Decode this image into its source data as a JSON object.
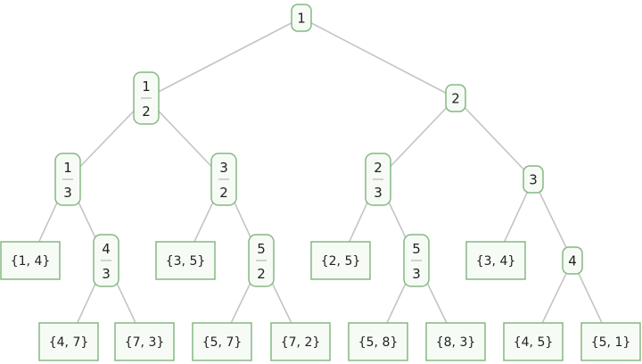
{
  "tree": {
    "nodes": [
      {
        "id": "n1",
        "kind": "int",
        "value": "1"
      },
      {
        "id": "n12",
        "kind": "frac",
        "num": "1",
        "den": "2"
      },
      {
        "id": "n2",
        "kind": "int",
        "value": "2"
      },
      {
        "id": "n13",
        "kind": "frac",
        "num": "1",
        "den": "3"
      },
      {
        "id": "n32",
        "kind": "frac",
        "num": "3",
        "den": "2"
      },
      {
        "id": "n23",
        "kind": "frac",
        "num": "2",
        "den": "3"
      },
      {
        "id": "n3",
        "kind": "int",
        "value": "3"
      },
      {
        "id": "l14",
        "kind": "leaf",
        "value": "{1, 4}"
      },
      {
        "id": "n43",
        "kind": "frac",
        "num": "4",
        "den": "3"
      },
      {
        "id": "l35",
        "kind": "leaf",
        "value": "{3, 5}"
      },
      {
        "id": "n52",
        "kind": "frac",
        "num": "5",
        "den": "2"
      },
      {
        "id": "l25",
        "kind": "leaf",
        "value": "{2, 5}"
      },
      {
        "id": "n53",
        "kind": "frac",
        "num": "5",
        "den": "3"
      },
      {
        "id": "l34",
        "kind": "leaf",
        "value": "{3, 4}"
      },
      {
        "id": "n4",
        "kind": "int",
        "value": "4"
      },
      {
        "id": "l47",
        "kind": "leaf",
        "value": "{4, 7}"
      },
      {
        "id": "l73",
        "kind": "leaf",
        "value": "{7, 3}"
      },
      {
        "id": "l57",
        "kind": "leaf",
        "value": "{5, 7}"
      },
      {
        "id": "l72",
        "kind": "leaf",
        "value": "{7, 2}"
      },
      {
        "id": "l58",
        "kind": "leaf",
        "value": "{5, 8}"
      },
      {
        "id": "l83",
        "kind": "leaf",
        "value": "{8, 3}"
      },
      {
        "id": "l45",
        "kind": "leaf",
        "value": "{4, 5}"
      },
      {
        "id": "l51",
        "kind": "leaf",
        "value": "{5, 1}"
      }
    ],
    "edges": [
      [
        "n1",
        "n12"
      ],
      [
        "n1",
        "n2"
      ],
      [
        "n12",
        "n13"
      ],
      [
        "n12",
        "n32"
      ],
      [
        "n2",
        "n23"
      ],
      [
        "n2",
        "n3"
      ],
      [
        "n13",
        "l14"
      ],
      [
        "n13",
        "n43"
      ],
      [
        "n32",
        "l35"
      ],
      [
        "n32",
        "n52"
      ],
      [
        "n23",
        "l25"
      ],
      [
        "n23",
        "n53"
      ],
      [
        "n3",
        "l34"
      ],
      [
        "n3",
        "n4"
      ],
      [
        "n43",
        "l47"
      ],
      [
        "n43",
        "l73"
      ],
      [
        "n52",
        "l57"
      ],
      [
        "n52",
        "l72"
      ],
      [
        "n53",
        "l58"
      ],
      [
        "n53",
        "l83"
      ],
      [
        "n4",
        "l45"
      ],
      [
        "n4",
        "l51"
      ]
    ]
  },
  "colors": {
    "node_border": "#86b882",
    "node_fill": "#f7fbf6",
    "edge": "#c4c4c4",
    "text": "#222222"
  }
}
